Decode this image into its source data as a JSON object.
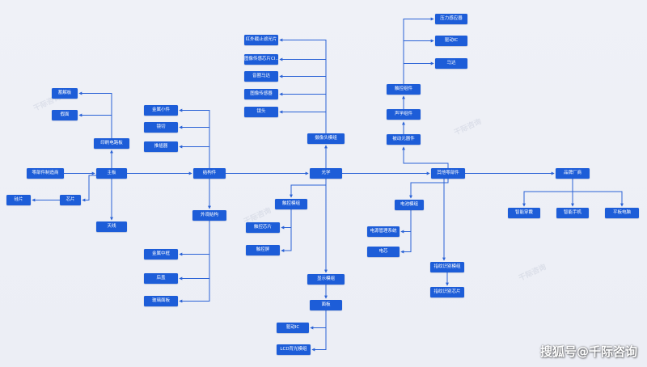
{
  "nodes": {
    "motherboard": "主板",
    "pcb": "印刷电路板",
    "memory": "蓄解板",
    "power": "假面",
    "chip": "芯片",
    "wafer": "硅片",
    "antenna": "天线",
    "component_maker": "零部件制造商",
    "structural": "结构件",
    "metal_parts": "金属小件",
    "shield": "镜切",
    "flex": "推插器",
    "housing": "外观结构",
    "metal_frame": "金属中框",
    "glass": "后盖",
    "glass_cover": "玻璃面板",
    "optics": "光学",
    "camera_module": "摄像头模组",
    "ir_filter": "红外截止滤光片",
    "cis_chip": "图像传感芯片CI...",
    "vcm": "音圈马达",
    "image_sensor": "图像传感器",
    "lens": "镜头",
    "touch_module": "触控模组",
    "touch_chip": "触控芯片",
    "touch_screen": "触控屏",
    "display_module": "显示模组",
    "panel": "面板",
    "driver_ic_display": "驱动IC",
    "lcd_backlight": "LCD背光模组",
    "other_parts": "其他零部件",
    "pressure_sensor": "压力感应器",
    "driver_ic": "驱动IC",
    "motor": "马达",
    "touch_parts": "触控组件",
    "acoustic": "声学组件",
    "passive": "被动元器件",
    "battery_module": "电池模组",
    "bms": "电源管理系统",
    "cell": "电芯",
    "fingerprint_module": "指纹识别模组",
    "fingerprint_chip": "指纹识别芯片",
    "brand": "品牌厂商",
    "wearable": "智能穿戴",
    "smartphone": "智能手机",
    "tablet": "平板电脑"
  },
  "watermark": "搜狐号@千际咨询",
  "colors": {
    "node": "#1d5dd8",
    "line": "#2a62d6",
    "background": "#eef0f6"
  }
}
